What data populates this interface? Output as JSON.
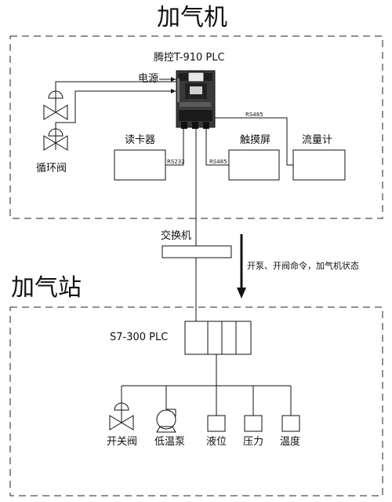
{
  "titles": {
    "top": "加气机",
    "bottom": "加气站"
  },
  "dispenser": {
    "plc": "腾控T-910 PLC",
    "power": "电源",
    "valve": "循环阀",
    "card_reader": "读卡器",
    "touchscreen": "触摸屏",
    "flowmeter": "流量计",
    "rs232": "RS232",
    "rs485_a": "RS485",
    "rs485_b": "RS485"
  },
  "network": {
    "switch": "交换机",
    "arrow_note": "开泵、开阀命令，加气机状态"
  },
  "station": {
    "plc": "S7-300 PLC",
    "devices": [
      "开关阀",
      "低温泵",
      "液位",
      "压力",
      "温度"
    ]
  }
}
